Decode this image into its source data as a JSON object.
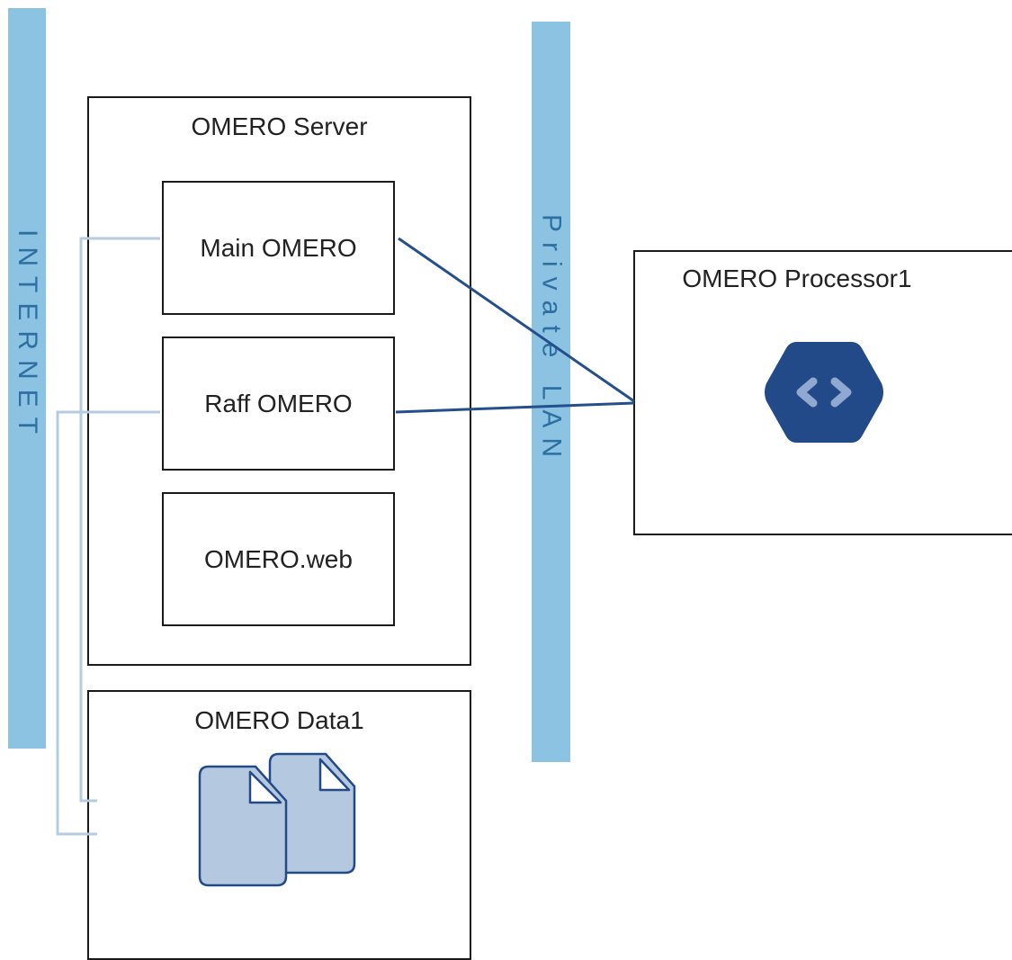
{
  "bands": {
    "internet": "INTERNET",
    "private_lan": "Private LAN"
  },
  "server": {
    "title": "OMERO Server",
    "components": {
      "main": "Main OMERO",
      "raff": "Raff OMERO",
      "web": "OMERO.web"
    }
  },
  "data": {
    "title": "OMERO Data1",
    "icon": "documents-icon"
  },
  "processor": {
    "title": "OMERO Processor1",
    "icon": "code-hexagon-icon"
  },
  "colors": {
    "band": "#8cc3e2",
    "band_text": "#2e6fa3",
    "lan_link": "#244f8c",
    "internet_link": "#b7cbe0",
    "icon_fill": "#b4c8e0",
    "icon_stroke": "#234a88",
    "processor_icon": "#234a88"
  }
}
